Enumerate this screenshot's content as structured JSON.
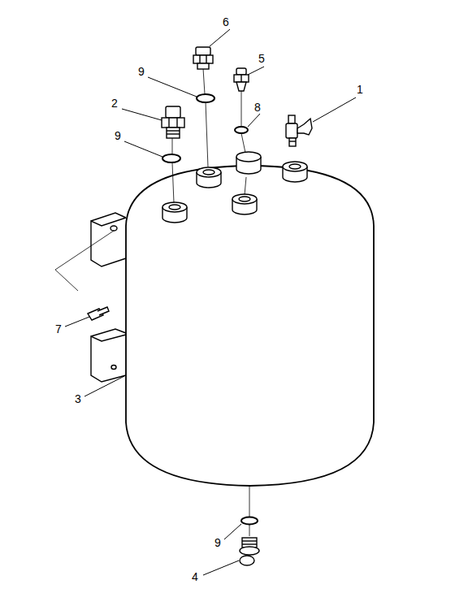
{
  "diagram": {
    "labels": [
      "6",
      "5",
      "9",
      "1",
      "2",
      "8",
      "9",
      "7",
      "3",
      "9",
      "4"
    ]
  }
}
